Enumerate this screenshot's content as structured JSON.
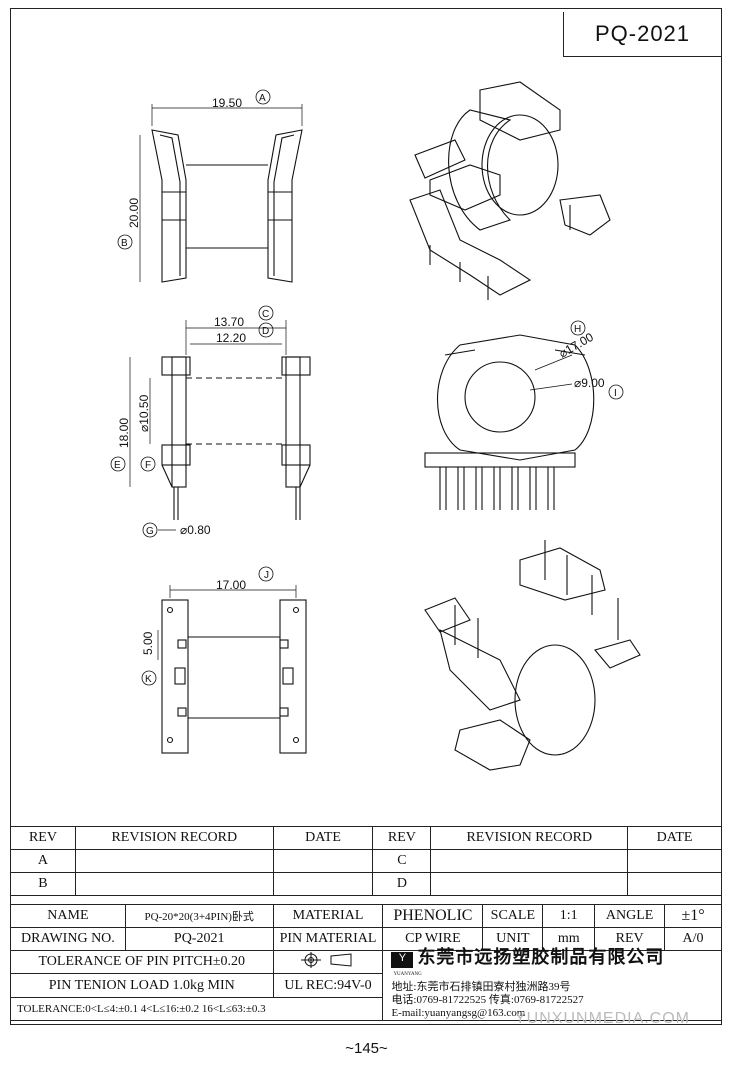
{
  "part_number": "PQ-2021",
  "page_number": "~145~",
  "watermark": "YUNXUNMEDIA.COM",
  "dimensions": {
    "a": "19.50",
    "b": "20.00",
    "c": "13.70",
    "d": "12.20",
    "e": "18.00",
    "f": "⌀10.50",
    "g": "⌀0.80",
    "h": "⌀17.00",
    "i": "⌀9.00",
    "j": "17.00",
    "k": "5.00"
  },
  "callouts": {
    "a": "A",
    "b": "B",
    "c": "C",
    "d": "D",
    "e": "E",
    "f": "F",
    "g": "G",
    "h": "H",
    "i": "I",
    "j": "J",
    "k": "K"
  },
  "revision_table": {
    "headers": [
      "REV",
      "REVISION RECORD",
      "DATE",
      "REV",
      "REVISION RECORD",
      "DATE"
    ],
    "rows": [
      [
        "A",
        "",
        "",
        "C",
        "",
        ""
      ],
      [
        "B",
        "",
        "",
        "D",
        "",
        ""
      ]
    ]
  },
  "spec": {
    "name_label": "NAME",
    "name_value": "PQ-20*20(3+4PIN)卧式",
    "material_label": "MATERIAL",
    "material_value": "PHENOLIC",
    "scale_label": "SCALE",
    "scale_value": "1:1",
    "angle_label": "ANGLE",
    "angle_value": "±1°",
    "drawing_no_label": "DRAWING NO.",
    "drawing_no_value": "PQ-2021",
    "pin_material_label": "PIN MATERIAL",
    "pin_material_value": "CP WIRE",
    "unit_label": "UNIT",
    "unit_value": "mm",
    "rev_label": "REV",
    "rev_value": "A/0",
    "tolerance_pitch": "TOLERANCE OF PIN PITCH±0.20",
    "pin_tension": "PIN TENION LOAD 1.0kg MIN",
    "ul_rec": "UL REC:94V-0",
    "tolerance_general": "TOLERANCE:0<L≤4:±0.1  4<L≤16:±0.2  16<L≤63:±0.3",
    "company_logo": "YUANYANG",
    "company_name": "东莞市远扬塑胶制品有限公司",
    "address": "地址:东莞市石排镇田寮村独洲路39号",
    "phone": "电话:0769-81722525     传真:0769-81722527",
    "email": "E-mail:yuanyangsg@163.com"
  }
}
